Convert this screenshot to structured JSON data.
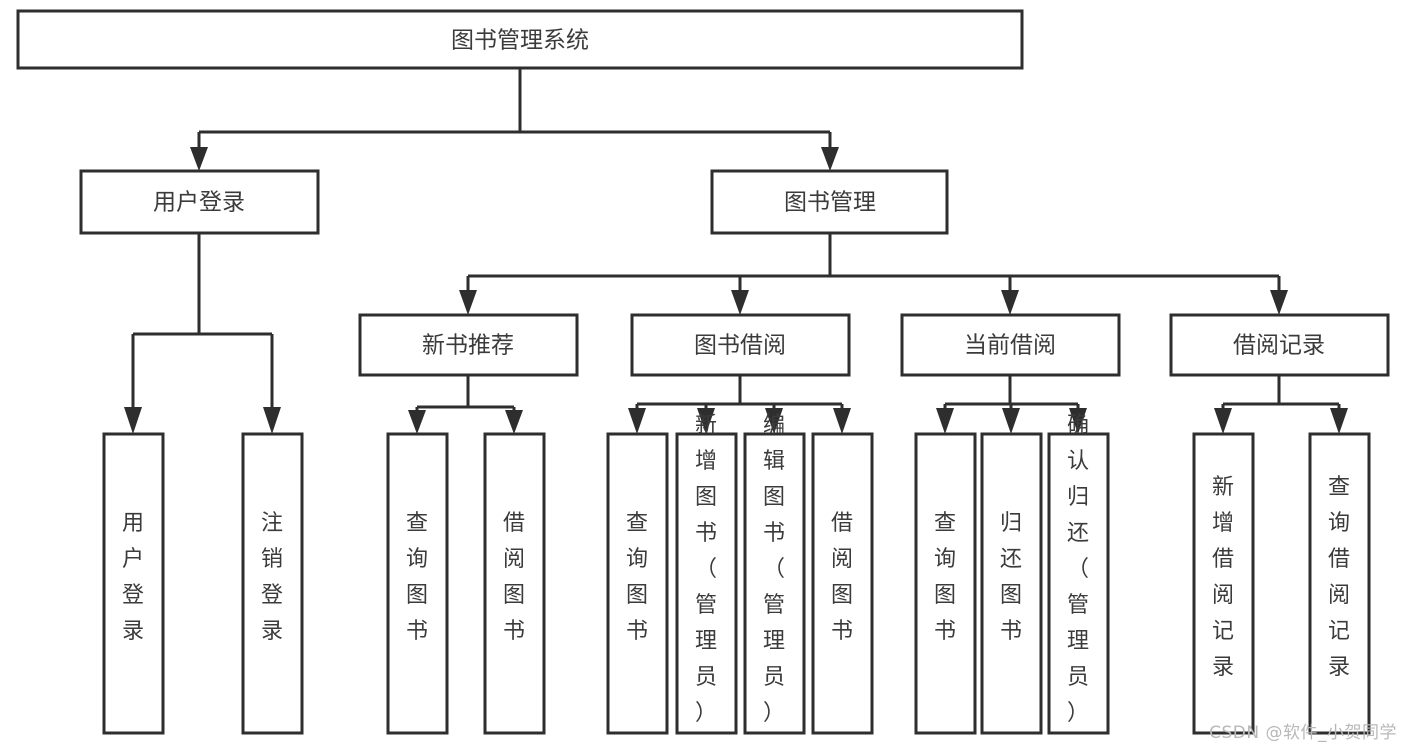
{
  "diagram": {
    "type": "tree-hierarchy",
    "title": "图书管理系统",
    "orientation": "top-down",
    "colors": {
      "box_stroke": "#2e2e2e",
      "box_fill": "#ffffff",
      "text": "#3b3b3b",
      "edge": "#2e2e2e",
      "watermark": "#b8b8b8",
      "background": "#ffffff"
    },
    "levels": {
      "root": {
        "label": "图书管理系统"
      },
      "level2": [
        {
          "id": "user-login",
          "label": "用户登录"
        },
        {
          "id": "book-management",
          "label": "图书管理"
        }
      ],
      "level3": [
        {
          "id": "new-book-recommend",
          "label": "新书推荐"
        },
        {
          "id": "book-borrow",
          "label": "图书借阅"
        },
        {
          "id": "current-borrow",
          "label": "当前借阅"
        },
        {
          "id": "borrow-record",
          "label": "借阅记录"
        }
      ],
      "leaves": {
        "user-login": [
          {
            "id": "leaf-user-login",
            "label": "用户登录"
          },
          {
            "id": "leaf-user-logout",
            "label": "注销登录"
          }
        ],
        "new-book-recommend": [
          {
            "id": "leaf-query-book-1",
            "label": "查询图书"
          },
          {
            "id": "leaf-borrow-book-1",
            "label": "借阅图书"
          }
        ],
        "book-borrow": [
          {
            "id": "leaf-query-book-2",
            "label": "查询图书"
          },
          {
            "id": "leaf-add-book-admin",
            "label": "新增图书（管理员）"
          },
          {
            "id": "leaf-edit-book-admin",
            "label": "编辑图书（管理员）"
          },
          {
            "id": "leaf-borrow-book-2",
            "label": "借阅图书"
          }
        ],
        "current-borrow": [
          {
            "id": "leaf-query-book-3",
            "label": "查询图书"
          },
          {
            "id": "leaf-return-book",
            "label": "归还图书"
          },
          {
            "id": "leaf-confirm-return-admin",
            "label": "确认归还（管理员）"
          }
        ],
        "borrow-record": [
          {
            "id": "leaf-add-borrow-record",
            "label": "新增借阅记录"
          },
          {
            "id": "leaf-query-borrow-record",
            "label": "查询借阅记录"
          }
        ]
      }
    }
  },
  "watermark": {
    "text": "CSDN @软件_小贺同学"
  }
}
